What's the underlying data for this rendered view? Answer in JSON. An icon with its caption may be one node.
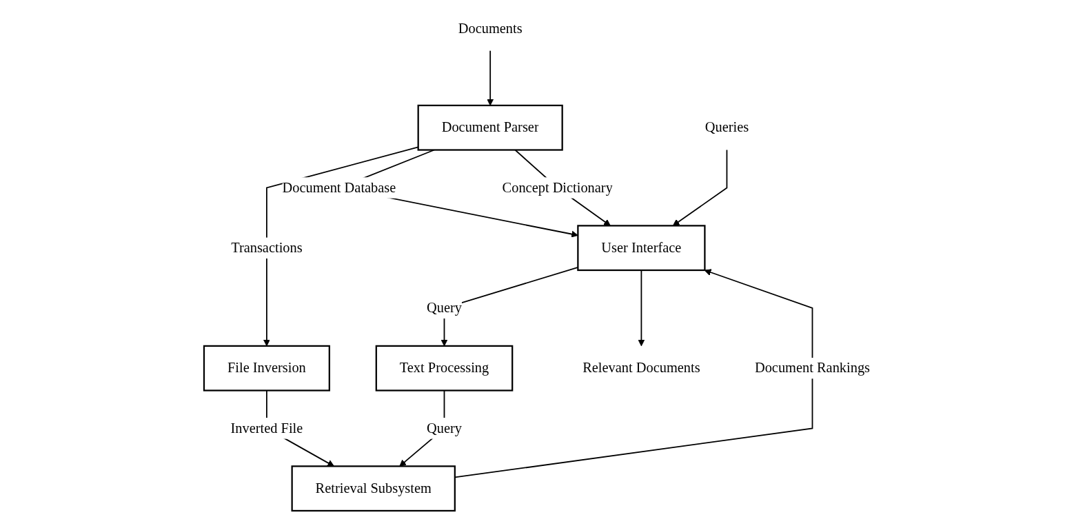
{
  "diagram": {
    "nodes": [
      {
        "text": [
          "Documents"
        ]
      },
      {
        "text": [
          "Document Parser"
        ]
      },
      {
        "text": [
          "File Inversion"
        ]
      },
      {
        "text": [
          "Queries"
        ]
      },
      {
        "text": [
          "User Interface"
        ]
      },
      {
        "text": [
          "Text Processing"
        ]
      },
      {
        "text": [
          "Retrieval Subsystem"
        ]
      },
      {
        "text": [
          "Relevant Documents"
        ]
      }
    ],
    "edges": [
      {
        "from": 0,
        "to": 1,
        "arrow": "to"
      },
      {
        "from": 1,
        "to": 4,
        "label": "Document Database",
        "arrow": "to"
      },
      {
        "from": 1,
        "to": 4,
        "label": "Concept Dictionary",
        "arrow": "to"
      },
      {
        "from": 1,
        "to": 2,
        "label": "Transactions",
        "arrow": "to"
      },
      {
        "from": 2,
        "to": 6,
        "label": "Inverted File",
        "arrow": "to"
      },
      {
        "from": 3,
        "to": 4,
        "arrow": "to"
      },
      {
        "from": 4,
        "to": 5,
        "label": "Query",
        "arrow": "to"
      },
      {
        "from": 5,
        "to": 6,
        "label": "Query",
        "arrow": "to"
      },
      {
        "from": 6,
        "to": 4,
        "label": "Document Rankings",
        "arrow": "to"
      },
      {
        "from": 4,
        "to": 7,
        "arrow": "to"
      }
    ]
  }
}
